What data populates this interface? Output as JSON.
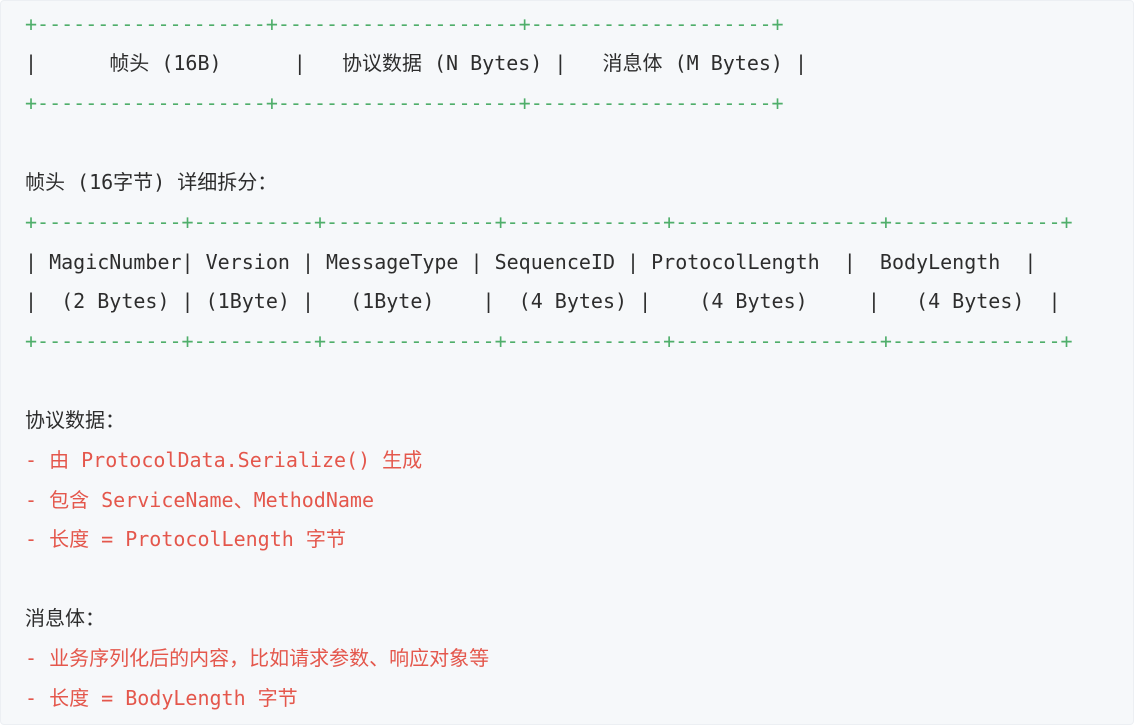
{
  "code_block": {
    "lines": [
      {
        "kind": "border",
        "text": "+-------------------+--------------------+--------------------+"
      },
      {
        "kind": "plain",
        "text": "|      帧头 (16B)      |   协议数据 (N Bytes) |   消息体 (M Bytes) |"
      },
      {
        "kind": "border",
        "text": "+-------------------+--------------------+--------------------+"
      },
      {
        "kind": "plain",
        "text": "帧头 (16字节) 详细拆分："
      },
      {
        "kind": "border",
        "text": "+------------+----------+--------------+-------------+-----------------+--------------+"
      },
      {
        "kind": "plain",
        "text": "| MagicNumber| Version | MessageType | SequenceID | ProtocolLength  |  BodyLength  |"
      },
      {
        "kind": "plain",
        "text": "|  (2 Bytes) | (1Byte) |   (1Byte)    |  (4 Bytes) |    (4 Bytes)     |   (4 Bytes)  |"
      },
      {
        "kind": "border",
        "text": "+------------+----------+--------------+-------------+-----------------+--------------+"
      },
      {
        "kind": "plain",
        "text": "协议数据："
      },
      {
        "kind": "list",
        "text": "- 由 ProtocolData.Serialize() 生成"
      },
      {
        "kind": "list",
        "text": "- 包含 ServiceName、MethodName"
      },
      {
        "kind": "list",
        "text": "- 长度 = ProtocolLength 字节"
      },
      {
        "kind": "plain",
        "text": "消息体："
      },
      {
        "kind": "list",
        "text": "- 业务序列化后的内容，比如请求参数、响应对象等"
      },
      {
        "kind": "list",
        "text": "- 长度 = BodyLength 字节"
      }
    ]
  }
}
